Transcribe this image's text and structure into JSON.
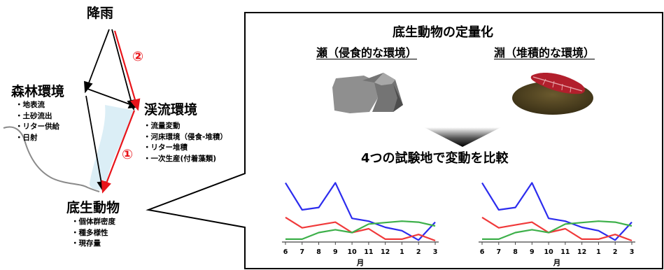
{
  "left": {
    "rain": "降雨",
    "forest": {
      "title": "森林環境",
      "items": [
        "地表流",
        "土砂流出",
        "リター供給",
        "日射"
      ]
    },
    "stream": {
      "title": "渓流環境",
      "items": [
        "流量変動",
        "河床環境（侵食-堆積）",
        "リター堆積",
        "一次生産(付着藻類)"
      ]
    },
    "benthos": {
      "title": "底生動物",
      "items": [
        "個体群密度",
        "種多様性",
        "現存量"
      ]
    },
    "marker1": "①",
    "marker2": "②"
  },
  "right": {
    "title": "底生動物の定量化",
    "riffle": "瀬（侵食的な環境）",
    "pool": "淵（堆積的な環境）",
    "compare": "4つの試験地で変動を比較"
  },
  "chart_data": [
    {
      "type": "line",
      "categories": [
        "6",
        "7",
        "8",
        "9",
        "10",
        "11",
        "12",
        "1",
        "2",
        "3"
      ],
      "xlabel": "月",
      "series": [
        {
          "color": "#2c2cee",
          "values": [
            12.5,
            6.8,
            7.3,
            12.5,
            5.0,
            4.4,
            3.1,
            2.4,
            0.4,
            4.2
          ]
        },
        {
          "color": "#f0393a",
          "values": [
            5.2,
            3.0,
            3.6,
            4.2,
            2.0,
            2.8,
            0.6,
            0.6,
            1.6,
            0.3
          ]
        },
        {
          "color": "#3db04a",
          "values": [
            0.6,
            0.6,
            2.0,
            2.6,
            2.0,
            3.8,
            4.1,
            4.4,
            4.2,
            3.4
          ]
        }
      ]
    },
    {
      "type": "line",
      "categories": [
        "6",
        "7",
        "8",
        "9",
        "10",
        "11",
        "12",
        "1",
        "2",
        "3"
      ],
      "xlabel": "月",
      "series": [
        {
          "color": "#2c2cee",
          "values": [
            12.5,
            6.8,
            7.3,
            12.5,
            5.0,
            4.4,
            3.1,
            2.4,
            0.4,
            4.2
          ]
        },
        {
          "color": "#f0393a",
          "values": [
            5.2,
            3.0,
            3.6,
            4.2,
            2.0,
            2.8,
            0.6,
            0.6,
            1.6,
            0.3
          ]
        },
        {
          "color": "#3db04a",
          "values": [
            0.6,
            0.6,
            2.0,
            2.6,
            2.0,
            3.8,
            4.1,
            4.4,
            4.2,
            3.4
          ]
        }
      ]
    }
  ]
}
